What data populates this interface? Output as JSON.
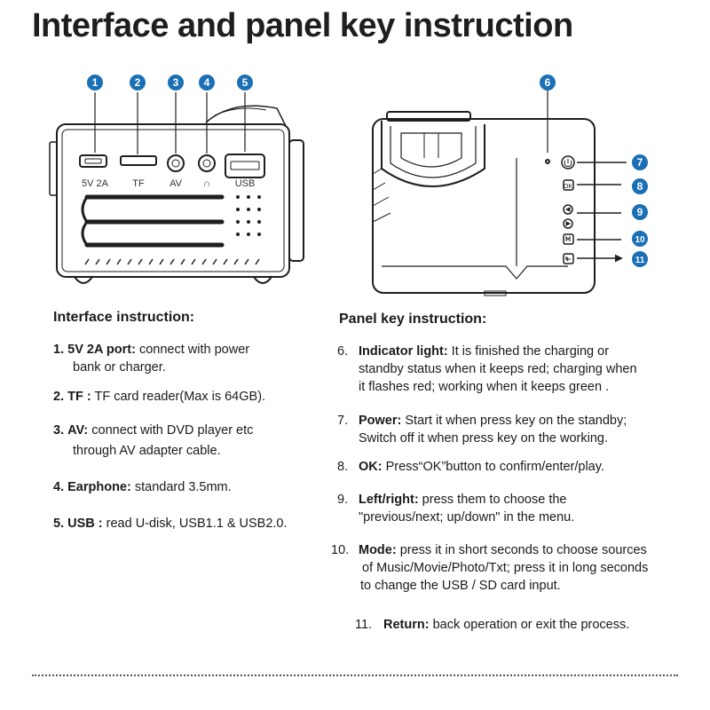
{
  "page_title": "Interface and panel key instruction",
  "colors": {
    "callout": "#1a6fb5",
    "ink": "#1e1e1e"
  },
  "left_diagram": {
    "port_labels": [
      "5V 2A",
      "TF",
      "AV",
      "∩",
      "USB"
    ],
    "callouts": [
      "1",
      "2",
      "3",
      "4",
      "5"
    ]
  },
  "right_diagram": {
    "callouts": [
      "6",
      "7",
      "8",
      "9",
      "10",
      "11"
    ],
    "key_icons": [
      "power-icon",
      "ok-icon",
      "left-right-icon",
      "mode-icon",
      "return-icon"
    ]
  },
  "interface": {
    "heading": "Interface instruction:",
    "items": [
      {
        "num": "1.",
        "label": "5V 2A port:",
        "text": " connect with power",
        "cont": "bank or charger."
      },
      {
        "num": "2.",
        "label": "TF :",
        "text": " TF card reader(Max is 64GB).",
        "cont": ""
      },
      {
        "num": "3.",
        "label": "AV:",
        "text": " connect with DVD player etc",
        "cont": "through AV adapter cable."
      },
      {
        "num": "4.",
        "label": "Earphone:",
        "text": " standard 3.5mm.",
        "cont": ""
      },
      {
        "num": "5.",
        "label": "USB :",
        "text": " read U-disk, USB1.1 & USB2.0.",
        "cont": ""
      }
    ]
  },
  "panel": {
    "heading": "Panel key instruction:",
    "items": [
      {
        "num": "6.",
        "label": "Indicator light:",
        "text": " It is finished the charging or",
        "cont": [
          "standby status when it keeps red; charging when",
          "it flashes red; working when it keeps green ."
        ]
      },
      {
        "num": "7.",
        "label": "Power:",
        "text": " Start it when press key on the standby;",
        "cont": [
          "Switch off it when press key on the working."
        ]
      },
      {
        "num": "8.",
        "label": "OK:",
        "text": " Press“OK”button to confirm/enter/play.",
        "cont": []
      },
      {
        "num": "9.",
        "label": "Left/right:",
        "text": " press them to choose the",
        "cont": [
          "\"previous/next; up/down\" in the menu."
        ]
      },
      {
        "num": "10.",
        "label": "Mode:",
        "text": " press it in short seconds to choose sources",
        "cont": [
          "of Music/Movie/Photo/Txt; press it in long seconds",
          "to change the USB / SD card input."
        ]
      },
      {
        "num": "11.",
        "label": "Return:",
        "text": " back operation or exit the process.",
        "cont": []
      }
    ]
  }
}
